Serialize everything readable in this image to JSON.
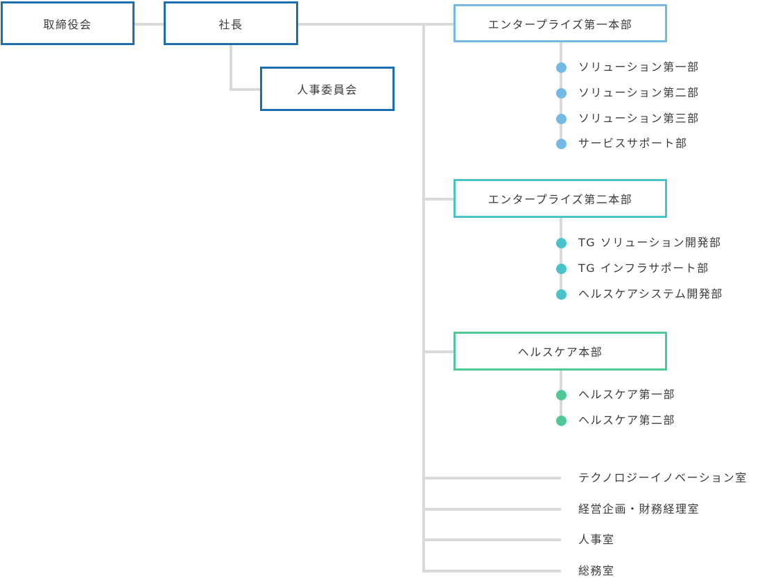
{
  "colors": {
    "executive": "#1b6fb0",
    "enterprise_1": "#74b9e4",
    "enterprise_2": "#48c3ca",
    "healthcare": "#4fc796",
    "connector": "#d9d9d9"
  },
  "org": {
    "board": "取締役会",
    "president": "社長",
    "hr_committee": "人事委員会",
    "divisions": [
      {
        "name": "エンタープライズ第一本部",
        "departments": [
          "ソリューション第一部",
          "ソリューション第二部",
          "ソリューション第三部",
          "サービスサポート部"
        ]
      },
      {
        "name": "エンタープライズ第二本部",
        "departments": [
          "TG ソリューション開発部",
          "TG インフラサポート部",
          "ヘルスケアシステム開発部"
        ]
      },
      {
        "name": "ヘルスケア本部",
        "departments": [
          "ヘルスケア第一部",
          "ヘルスケア第二部"
        ]
      }
    ],
    "offices": [
      "テクノロジーイノベーション室",
      "経営企画・財務経理室",
      "人事室",
      "総務室"
    ]
  }
}
